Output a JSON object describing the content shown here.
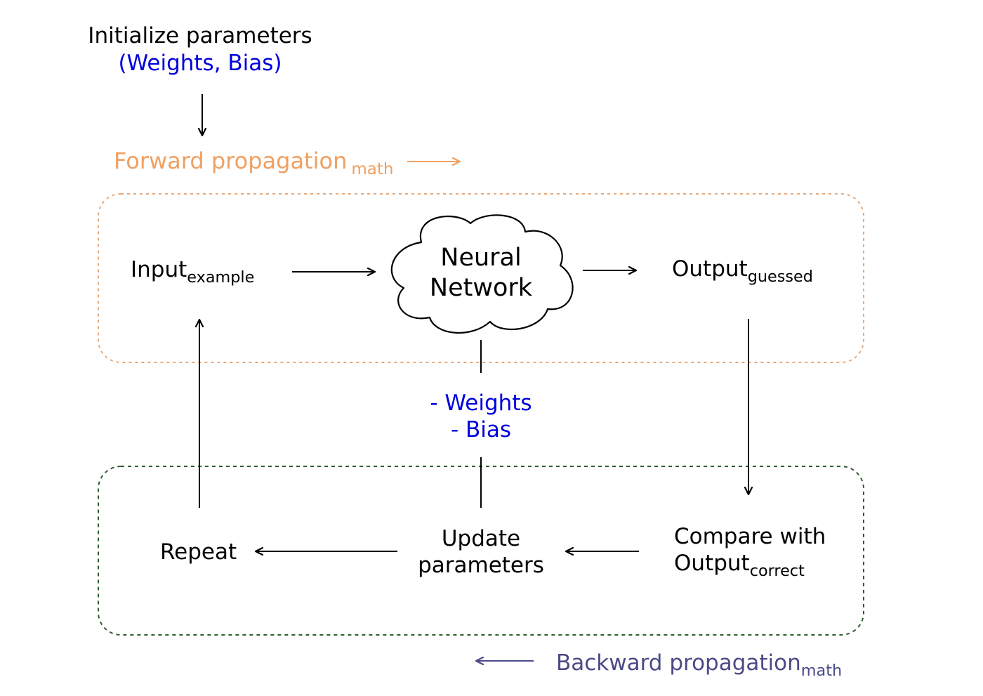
{
  "colors": {
    "text": "#000000",
    "parameters": "#0000dd",
    "forward": "#f0a060",
    "forward_box": "#e8a878",
    "backward_text": "#4a4a88",
    "backward_box": "#2e5e2e",
    "arrow": "#000000"
  },
  "init": {
    "line1": "Initialize parameters",
    "line2": "(Weights, Bias)"
  },
  "forward": {
    "label": "Forward propagation",
    "sub": "math"
  },
  "backward": {
    "label": "Backward propagation",
    "sub": "math"
  },
  "nodes": {
    "input": {
      "main": "Input",
      "sub": "example"
    },
    "network": {
      "line1": "Neural",
      "line2": "Network"
    },
    "output": {
      "main": "Output",
      "sub": "guessed"
    },
    "params": {
      "line1": "- Weights",
      "line2": "- Bias"
    },
    "compare": {
      "line1": "Compare with",
      "main": "Output",
      "sub": "correct"
    },
    "update": {
      "line1": "Update",
      "line2": "parameters"
    },
    "repeat": {
      "label": "Repeat"
    }
  },
  "icons": {
    "cloud": "cloud-shape"
  }
}
